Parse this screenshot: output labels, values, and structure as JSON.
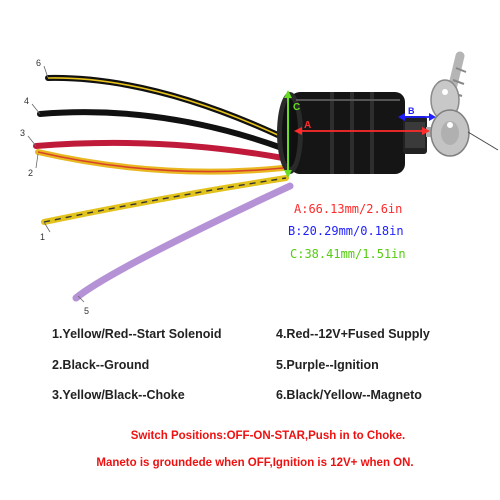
{
  "wire_numbers": [
    "6",
    "4",
    "3",
    "2",
    "1",
    "5"
  ],
  "dimension_labels": {
    "a_marker": "A",
    "b_marker": "B",
    "c_marker": "C"
  },
  "dimensions": {
    "a": "A:66.13mm/2.6in",
    "b": "B:20.29mm/0.18in",
    "c": "C:38.41mm/1.51in"
  },
  "colors": {
    "a": "#ff2a2a",
    "b": "#1f1fff",
    "c": "#66dd22",
    "notes": "#ee1111"
  },
  "legend": [
    "1.Yellow/Red--Start Solenoid",
    "2.Black--Ground",
    "3.Yellow/Black--Choke",
    "4.Red--12V+Fused Supply",
    "5.Purple--Ignition",
    "6.Black/Yellow--Magneto"
  ],
  "notes": [
    "Switch Positions:OFF-ON-STAR,Push in to Choke.",
    "Maneto is groundede when OFF,Ignition is 12V+ when ON."
  ]
}
